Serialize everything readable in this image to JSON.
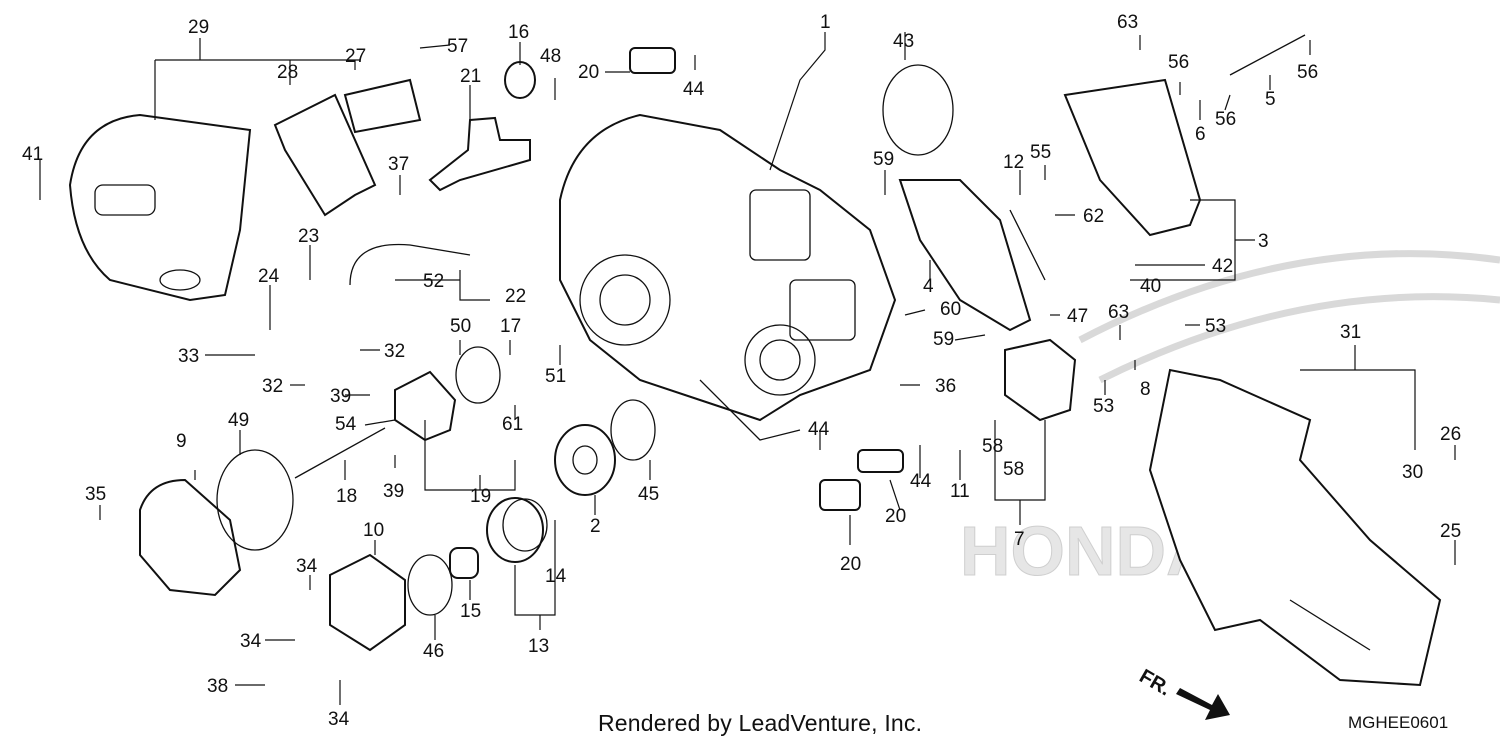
{
  "callouts": [
    {
      "id": "c1",
      "text": "1"
    },
    {
      "id": "c2",
      "text": "2"
    },
    {
      "id": "c3",
      "text": "3"
    },
    {
      "id": "c4",
      "text": "4"
    },
    {
      "id": "c5",
      "text": "5"
    },
    {
      "id": "c6",
      "text": "6"
    },
    {
      "id": "c7",
      "text": "7"
    },
    {
      "id": "c8",
      "text": "8"
    },
    {
      "id": "c9",
      "text": "9"
    },
    {
      "id": "c10",
      "text": "10"
    },
    {
      "id": "c11",
      "text": "11"
    },
    {
      "id": "c12",
      "text": "12"
    },
    {
      "id": "c13",
      "text": "13"
    },
    {
      "id": "c14",
      "text": "14"
    },
    {
      "id": "c15",
      "text": "15"
    },
    {
      "id": "c16",
      "text": "16"
    },
    {
      "id": "c17",
      "text": "17"
    },
    {
      "id": "c18",
      "text": "18"
    },
    {
      "id": "c19",
      "text": "19"
    },
    {
      "id": "c20a",
      "text": "20"
    },
    {
      "id": "c20b",
      "text": "20"
    },
    {
      "id": "c20c",
      "text": "20"
    },
    {
      "id": "c21",
      "text": "21"
    },
    {
      "id": "c22",
      "text": "22"
    },
    {
      "id": "c23",
      "text": "23"
    },
    {
      "id": "c24",
      "text": "24"
    },
    {
      "id": "c25",
      "text": "25"
    },
    {
      "id": "c26",
      "text": "26"
    },
    {
      "id": "c27",
      "text": "27"
    },
    {
      "id": "c28",
      "text": "28"
    },
    {
      "id": "c29",
      "text": "29"
    },
    {
      "id": "c30",
      "text": "30"
    },
    {
      "id": "c31",
      "text": "31"
    },
    {
      "id": "c32a",
      "text": "32"
    },
    {
      "id": "c32b",
      "text": "32"
    },
    {
      "id": "c33",
      "text": "33"
    },
    {
      "id": "c34a",
      "text": "34"
    },
    {
      "id": "c34b",
      "text": "34"
    },
    {
      "id": "c34c",
      "text": "34"
    },
    {
      "id": "c35",
      "text": "35"
    },
    {
      "id": "c36",
      "text": "36"
    },
    {
      "id": "c37",
      "text": "37"
    },
    {
      "id": "c38",
      "text": "38"
    },
    {
      "id": "c39a",
      "text": "39"
    },
    {
      "id": "c39b",
      "text": "39"
    },
    {
      "id": "c40",
      "text": "40"
    },
    {
      "id": "c41",
      "text": "41"
    },
    {
      "id": "c42",
      "text": "42"
    },
    {
      "id": "c43",
      "text": "43"
    },
    {
      "id": "c44a",
      "text": "44"
    },
    {
      "id": "c44b",
      "text": "44"
    },
    {
      "id": "c44c",
      "text": "44"
    },
    {
      "id": "c45",
      "text": "45"
    },
    {
      "id": "c46",
      "text": "46"
    },
    {
      "id": "c47",
      "text": "47"
    },
    {
      "id": "c48",
      "text": "48"
    },
    {
      "id": "c49",
      "text": "49"
    },
    {
      "id": "c50",
      "text": "50"
    },
    {
      "id": "c51",
      "text": "51"
    },
    {
      "id": "c52",
      "text": "52"
    },
    {
      "id": "c53a",
      "text": "53"
    },
    {
      "id": "c53b",
      "text": "53"
    },
    {
      "id": "c54",
      "text": "54"
    },
    {
      "id": "c55",
      "text": "55"
    },
    {
      "id": "c56a",
      "text": "56"
    },
    {
      "id": "c56b",
      "text": "56"
    },
    {
      "id": "c56c",
      "text": "56"
    },
    {
      "id": "c57",
      "text": "57"
    },
    {
      "id": "c58a",
      "text": "58"
    },
    {
      "id": "c58b",
      "text": "58"
    },
    {
      "id": "c59a",
      "text": "59"
    },
    {
      "id": "c59b",
      "text": "59"
    },
    {
      "id": "c60",
      "text": "60"
    },
    {
      "id": "c61",
      "text": "61"
    },
    {
      "id": "c62",
      "text": "62"
    },
    {
      "id": "c63a",
      "text": "63"
    },
    {
      "id": "c63b",
      "text": "63"
    }
  ],
  "direction_label": "FR.",
  "watermark_text": "HONDA",
  "footer": {
    "credit": "Rendered by LeadVenture, Inc.",
    "diagram_code": "MGHEE0601"
  }
}
